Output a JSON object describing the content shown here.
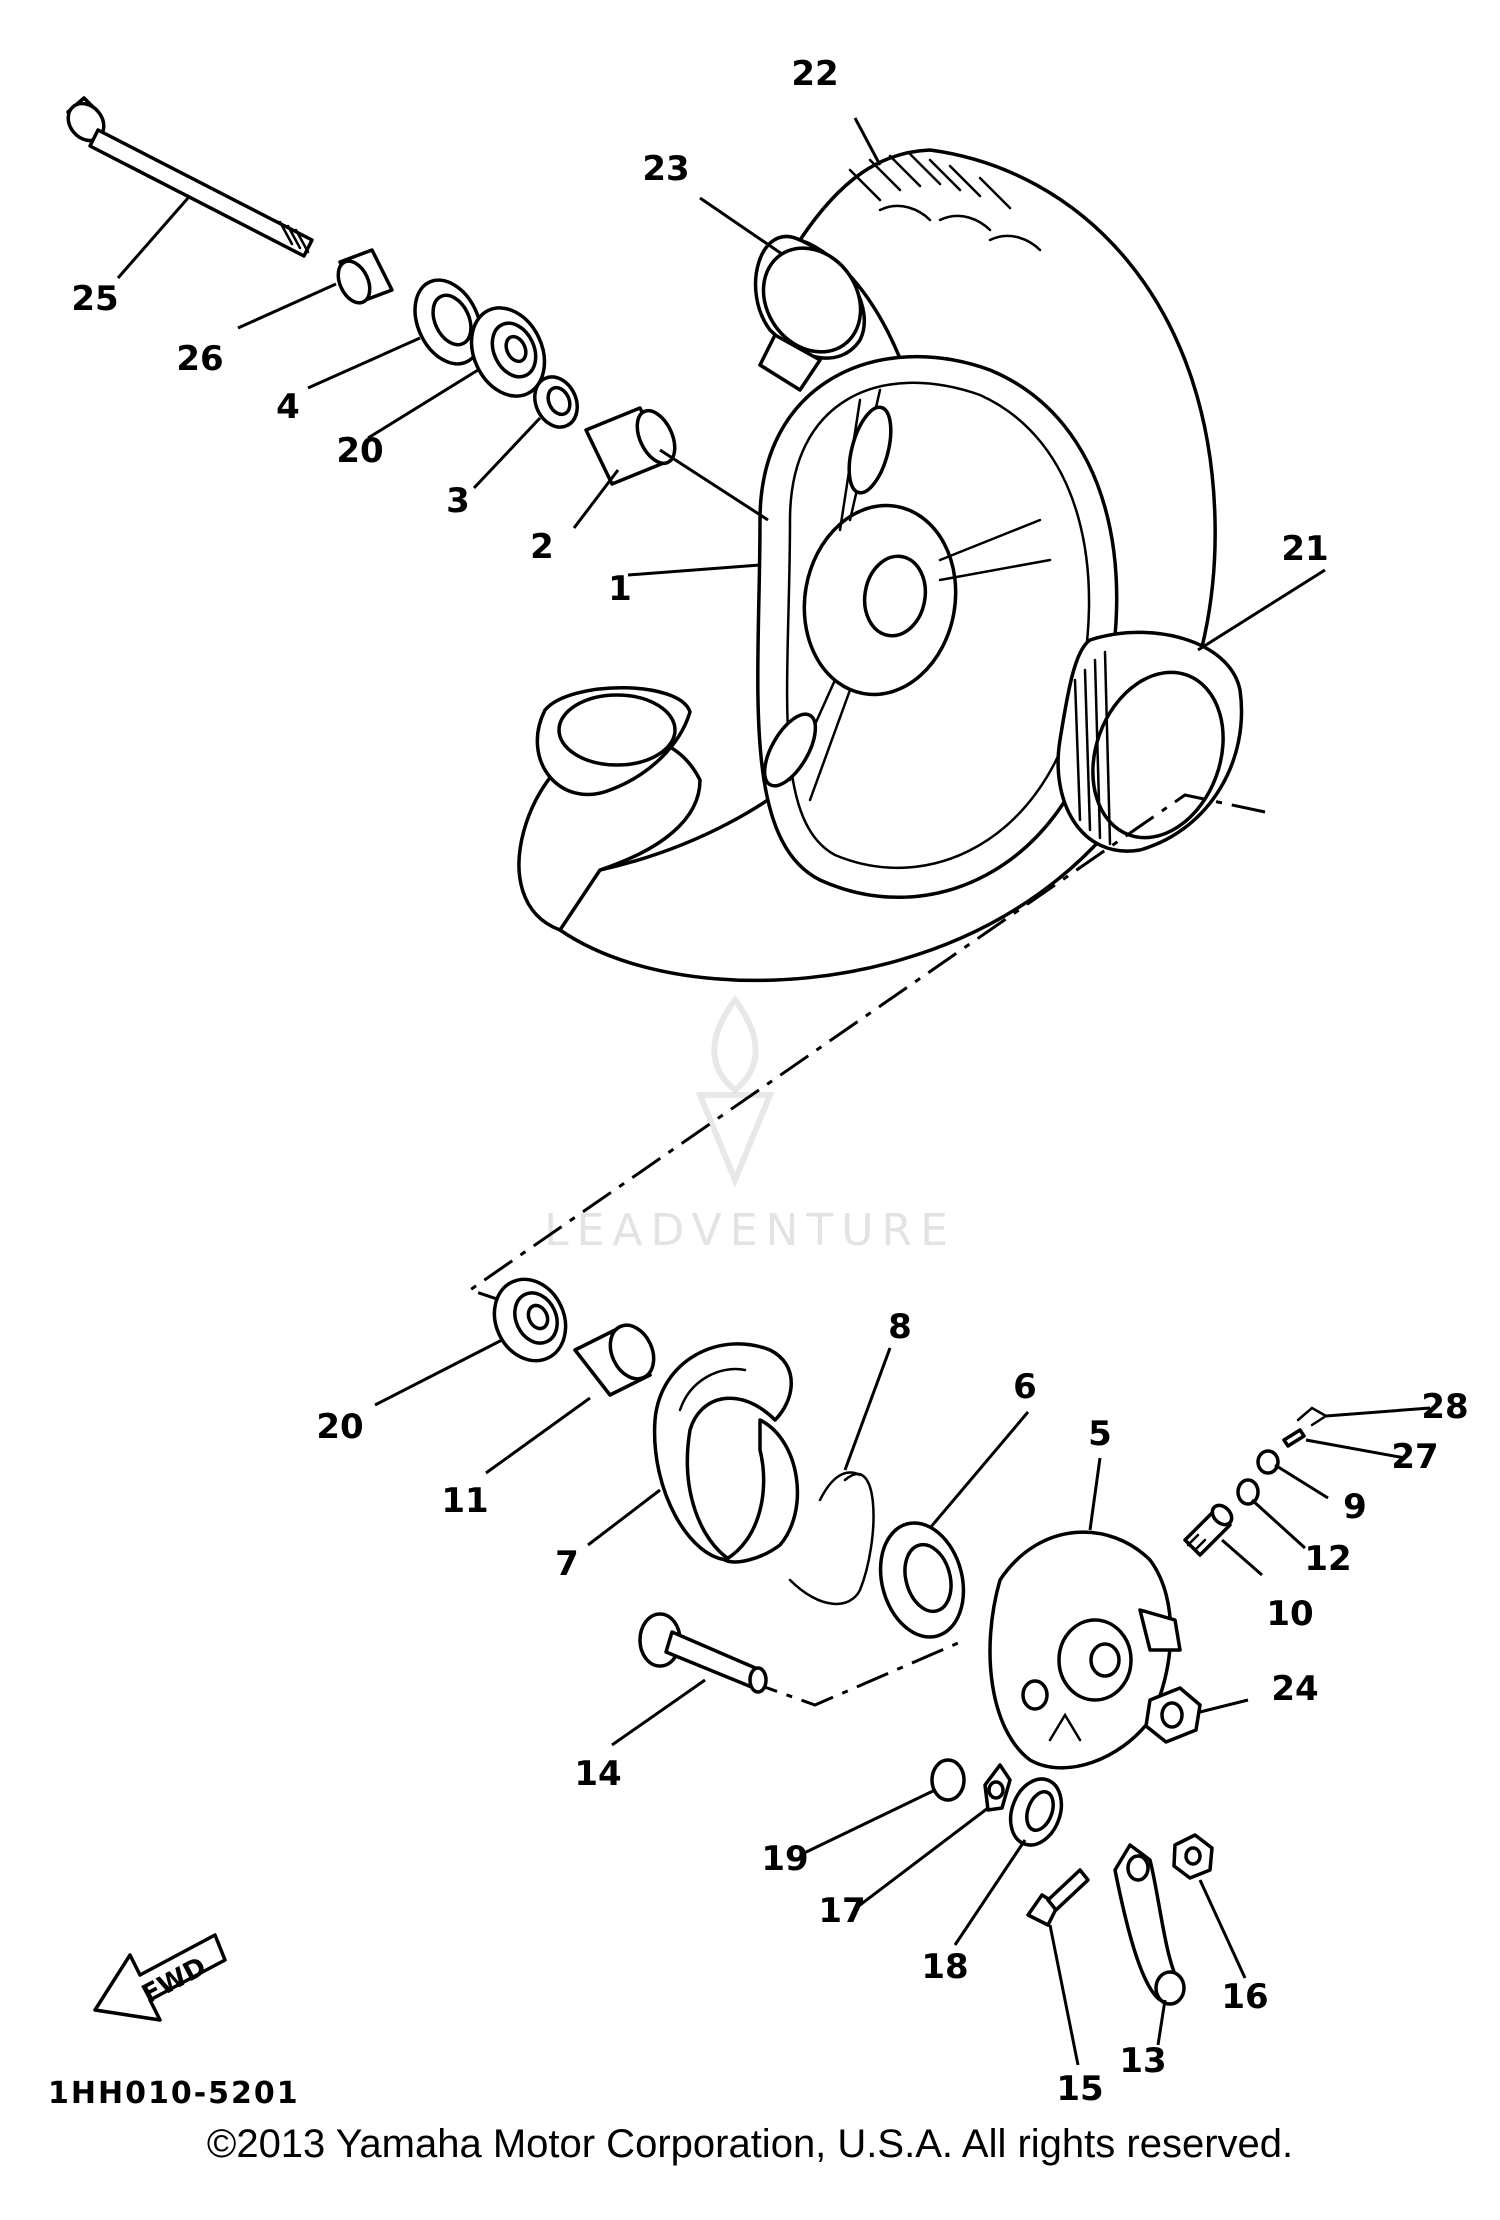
{
  "diagram": {
    "code": "1HH010-5201",
    "fwd_label": "FWD",
    "watermark": "LEADVENTURE",
    "copyright": "©2013 Yamaha Motor Corporation, U.S.A. All rights reserved.",
    "callouts": {
      "c1": "1",
      "c2": "2",
      "c3": "3",
      "c4": "4",
      "c5": "5",
      "c6": "6",
      "c7": "7",
      "c8": "8",
      "c9": "9",
      "c10": "10",
      "c11": "11",
      "c12": "12",
      "c13": "13",
      "c14": "14",
      "c15": "15",
      "c16": "16",
      "c17": "17",
      "c18": "18",
      "c19": "19",
      "c20a": "20",
      "c20b": "20",
      "c21": "21",
      "c22": "22",
      "c23": "23",
      "c24": "24",
      "c25": "25",
      "c26": "26",
      "c27": "27",
      "c28": "28"
    }
  }
}
